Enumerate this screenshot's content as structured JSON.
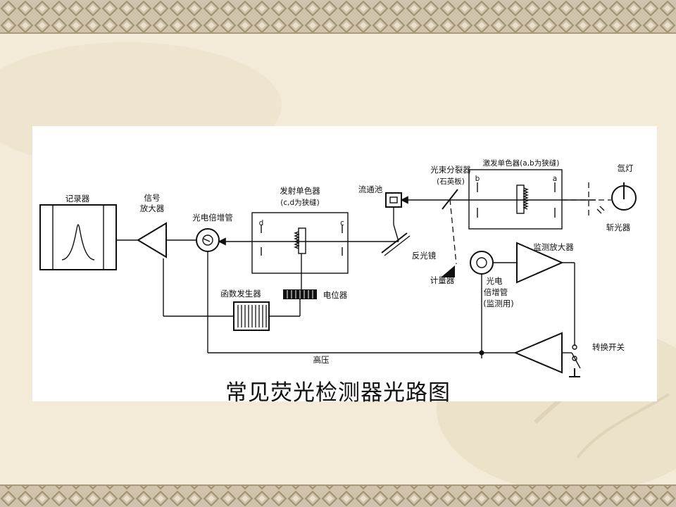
{
  "slide": {
    "caption": "常见荧光检测器光路图",
    "background_color": "#f3ead8",
    "border_color": "#b9ac8f"
  },
  "diagram": {
    "labels": {
      "recorder": "记录器",
      "signal_amp_line1": "信号",
      "signal_amp_line2": "放大器",
      "pmt": "光电倍增管",
      "emission_mono_line1": "发射单色器",
      "emission_mono_line2": "(c,d为狭缝)",
      "flow_cell": "流通池",
      "beam_splitter_line1": "光束分裂器",
      "beam_splitter_line2": "(石英板)",
      "excitation_mono": "激发单色器(a,b为狭缝)",
      "lamp": "氙灯",
      "chopper": "斩光器",
      "mirror": "反光镜",
      "meter": "计量器",
      "monitor_pmt_line1": "光电",
      "monitor_pmt_line2": "倍增管",
      "monitor_pmt_line3": "(监测用)",
      "monitor_amp": "监测放大器",
      "function_generator": "函数发生器",
      "potentiometer": "电位器",
      "high_voltage": "高压",
      "switch": "转换开关",
      "slit_a": "a",
      "slit_b": "b",
      "slit_c": "c",
      "slit_d": "d"
    }
  }
}
